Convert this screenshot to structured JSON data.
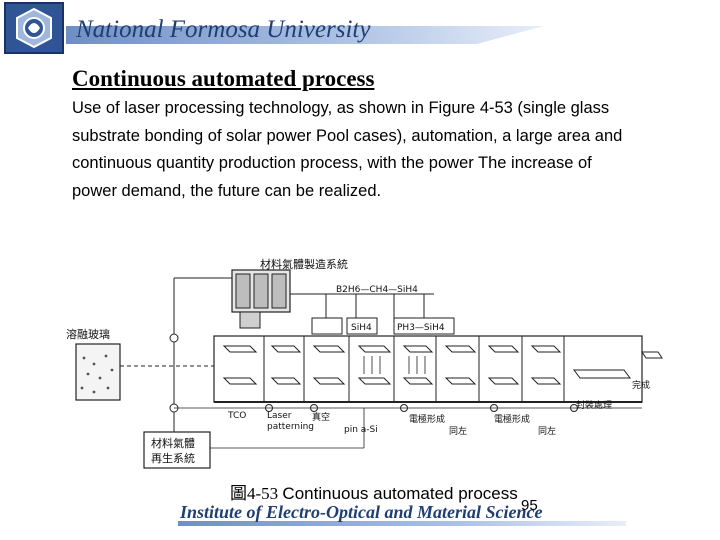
{
  "header": {
    "university": "National Formosa University"
  },
  "slide": {
    "title": "Continuous automated process",
    "body": "Use of laser processing technology, as shown in Figure 4-53 (single glass substrate bonding of solar power Pool cases), automation, a large area and continuous quantity production process, with the power The increase of power demand, the future can be realized."
  },
  "diagram": {
    "gas_system": "材料氣體製造系統",
    "gas_formula": "B2H6—CH4—SiH4",
    "sih4_label": "SiH4",
    "ph3_label": "PH3—SiH4",
    "molten_glass": "溶融玻璃",
    "recycle_line1": "材料氣體",
    "recycle_line2": "再生系統",
    "tco": "TCO",
    "laser_line1": "Laser",
    "laser_line2": "patterning",
    "vacuum": "真空",
    "pin": "pin a-Si",
    "electrode1": "電極形成",
    "same1": "同左",
    "electrode2": "電極形成",
    "same2": "同左",
    "seal": "封裝處理",
    "done": "完成"
  },
  "caption": {
    "figure_num": "圖4-53",
    "text": "Continuous automated process"
  },
  "footer": {
    "institute": "Institute of Electro-Optical and Material Science",
    "page": "95"
  }
}
